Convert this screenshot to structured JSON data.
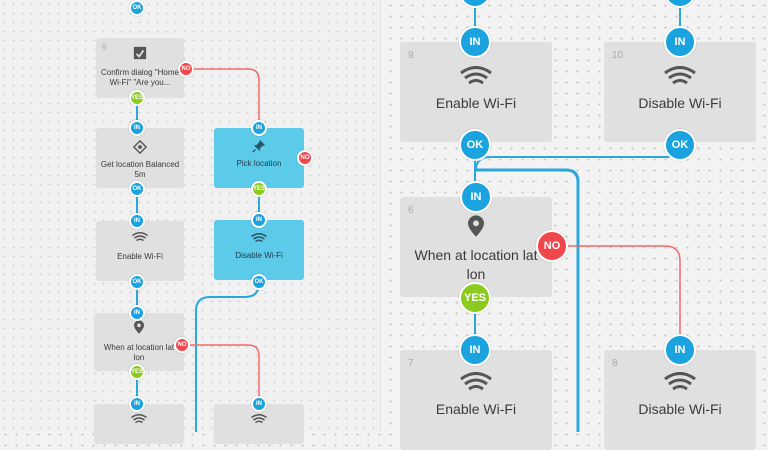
{
  "colors": {
    "port_in_ok": "#1aa3df",
    "port_no": "#f0474d",
    "port_yes": "#8bcb1f",
    "wire_blue": "#2aa8dc",
    "wire_red": "#f06a6a",
    "selected_block": "#5ccbea",
    "block": "#e0e0e0"
  },
  "ports": {
    "in": "IN",
    "ok": "OK",
    "no": "NO",
    "yes": "YES"
  },
  "left": {
    "confirm": {
      "number": "9",
      "label": "Confirm dialog \"Home Wi-Fi\" \"Are you...",
      "icon": "dialog-icon"
    },
    "getloc": {
      "label": "Get location Balanced 5m",
      "icon": "location-crosshair-icon"
    },
    "enable": {
      "label": "Enable Wi-Fi",
      "icon": "wifi-icon"
    },
    "pick": {
      "label": "Pick location",
      "icon": "pin-icon"
    },
    "disable": {
      "label": "Disable Wi-Fi",
      "icon": "wifi-icon"
    },
    "whenat": {
      "label": "When at location lat lon",
      "icon": "location-pin-icon"
    }
  },
  "right": {
    "enable_top": {
      "number": "9",
      "label": "Enable Wi-Fi",
      "icon": "wifi-icon"
    },
    "disable_top": {
      "number": "10",
      "label": "Disable Wi-Fi",
      "icon": "wifi-icon"
    },
    "when": {
      "number": "6",
      "label": "When at location lat lon",
      "icon": "location-pin-icon"
    },
    "enable_bottom": {
      "number": "7",
      "label": "Enable Wi-Fi",
      "icon": "wifi-icon"
    },
    "disable_bottom": {
      "number": "8",
      "label": "Disable Wi-Fi",
      "icon": "wifi-icon"
    }
  }
}
